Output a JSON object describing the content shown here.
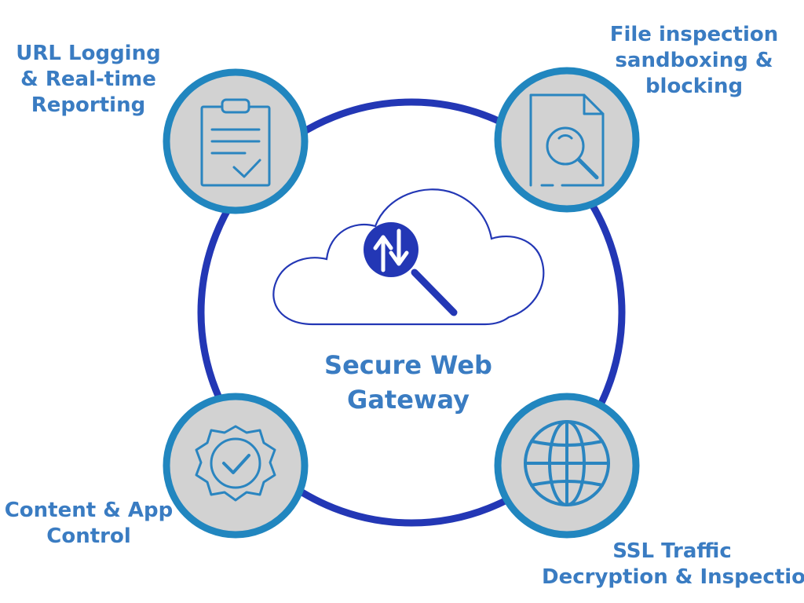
{
  "diagram": {
    "title_lines": [
      "Secure Web",
      "Gateway"
    ],
    "features": [
      {
        "position": "top-left",
        "icon": "clipboard-check-icon",
        "lines": [
          "URL Logging",
          "& Real-time",
          "Reporting"
        ]
      },
      {
        "position": "top-right",
        "icon": "document-search-icon",
        "lines": [
          "File inspection",
          "sandboxing &",
          "blocking"
        ]
      },
      {
        "position": "bottom-left",
        "icon": "badge-check-icon",
        "lines": [
          "Content & App",
          "Control"
        ]
      },
      {
        "position": "bottom-right",
        "icon": "globe-icon",
        "lines": [
          "SSL Traffic",
          "Decryption & Inspection"
        ]
      }
    ],
    "center_icon": "cloud-traffic-search-icon",
    "colors": {
      "ring": "#2337b5",
      "node_border": "#2186bf",
      "node_fill": "#d2d2d2",
      "icon_stroke": "#2a85c0",
      "text": "#3a7cc2",
      "cloud_stroke": "#2337b5",
      "magnifier": "#2337b5"
    }
  }
}
